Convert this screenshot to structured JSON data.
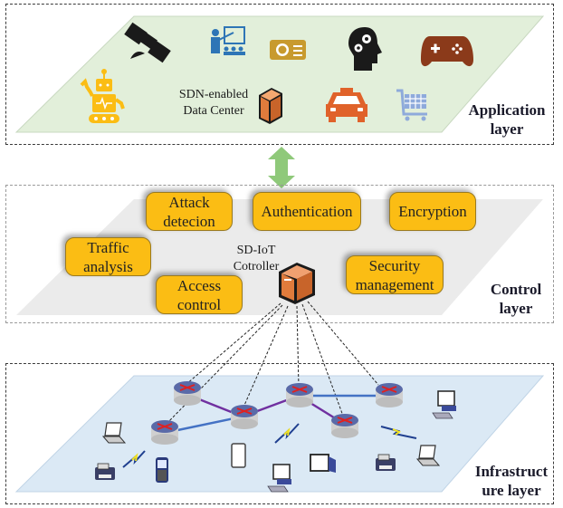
{
  "application_layer": {
    "label_line1": "Application",
    "label_line2": "layer",
    "data_center_line1": "SDN-enabled",
    "data_center_line2": "Data Center",
    "icons": [
      "satellite-icon",
      "teacher-presentation-icon",
      "projector-icon",
      "brain-gears-icon",
      "gamepad-icon",
      "robot-icon",
      "data-center-server-icon",
      "taxi-icon",
      "shopping-cart-icon"
    ],
    "panel_color": "#e2efda"
  },
  "interlayer_arrow": {
    "color": "#8fc97a"
  },
  "control_layer": {
    "label_line1": "Control",
    "label_line2": "layer",
    "controller_line1": "SD-IoT",
    "controller_line2": "Cotroller",
    "functions": [
      {
        "line1": "Attack",
        "line2": "detecion"
      },
      {
        "line1": "Authentication",
        "line2": ""
      },
      {
        "line1": "Encryption",
        "line2": ""
      },
      {
        "line1": "Traffic",
        "line2": "analysis"
      },
      {
        "line1": "Access",
        "line2": "control"
      },
      {
        "line1": "Security",
        "line2": "management"
      }
    ],
    "box_color": "#fbbd14",
    "panel_color": "#ebebeb"
  },
  "infrastructure_layer": {
    "label_line1": "Infrastruct",
    "label_line2": "ure layer",
    "panel_color": "#dbe9f5",
    "devices": [
      "laptop-icon",
      "fax-printer-icon",
      "mobile-phone-icon",
      "tablet-icon",
      "desktop-computer-icon",
      "monitor-icon",
      "fax-printer-icon",
      "laptop-icon",
      "desktop-computer-icon"
    ],
    "links": {
      "purple": "#7030a0",
      "blue": "#4472c4"
    }
  }
}
